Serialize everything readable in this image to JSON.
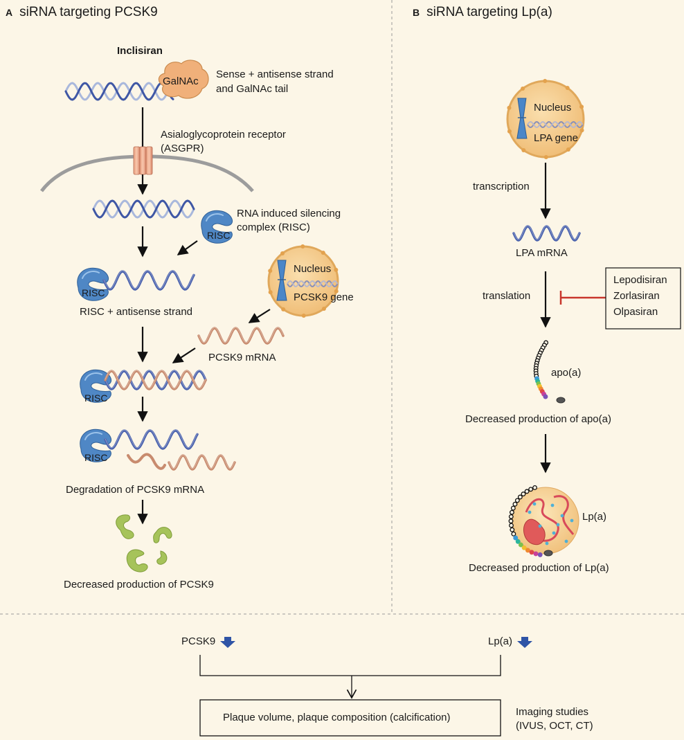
{
  "panel_a": {
    "letter": "A",
    "title": "siRNA targeting PCSK9",
    "drug_name": "Inclisiran",
    "galnac_label": "GalNAc",
    "strand_desc_line1": "Sense + antisense strand",
    "strand_desc_line2": "and GalNAc tail",
    "receptor_line1": "Asialoglycoprotein receptor",
    "receptor_line2": "(ASGPR)",
    "risc_desc_line1": "RNA induced silencing",
    "risc_desc_line2": "complex (RISC)",
    "risc_label": "RISC",
    "nucleus_label": "Nucleus",
    "gene_label": "PCSK9 gene",
    "risc_antisense": "RISC + antisense strand",
    "mrna_label": "PCSK9 mRNA",
    "degradation": "Degradation of PCSK9 mRNA",
    "decreased": "Decreased production of PCSK9"
  },
  "panel_b": {
    "letter": "B",
    "title": "siRNA targeting Lp(a)",
    "nucleus_label": "Nucleus",
    "gene_label": "LPA gene",
    "transcription": "transcription",
    "mrna_label": "LPA mRNA",
    "translation": "translation",
    "drugs": [
      "Lepodisiran",
      "Zorlasiran",
      "Olpasiran"
    ],
    "apo_label": "apo(a)",
    "decreased_apo": "Decreased production of apo(a)",
    "lpa_label": "Lp(a)",
    "decreased_lpa": "Decreased production of Lp(a)"
  },
  "bottom": {
    "pcsk9": "PCSK9",
    "lpa": "Lp(a)",
    "outcome": "Plaque volume, plaque composition (calcification)",
    "imaging_line1": "Imaging studies",
    "imaging_line2": "(IVUS, OCT, CT)"
  },
  "colors": {
    "background": "#fcf6e7",
    "risc_blue": "#4f87c5",
    "nucleus_fill": "#f3c98b",
    "galnac_fill": "#f0b07a",
    "inhibit_red": "#c8352b",
    "pcsk9_green": "#a6c35a",
    "down_arrow": "#2f54a6"
  }
}
